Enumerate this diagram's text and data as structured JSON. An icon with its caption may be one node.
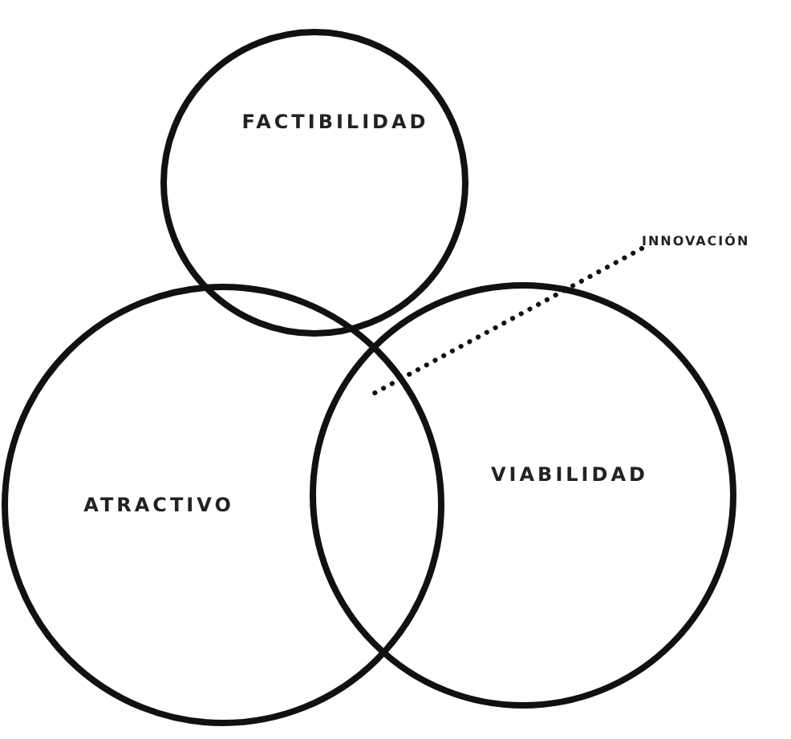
{
  "diagram": {
    "nodes": [
      {
        "text": [
          "FACTIBILIDAD"
        ]
      },
      {
        "text": [
          "ATRACTIVO"
        ]
      },
      {
        "text": [
          "VIABILIDAD"
        ]
      },
      {
        "text": [
          "INNOVACIÓN"
        ]
      }
    ],
    "edges": [
      {
        "from": 3,
        "to": 2,
        "arrow": "none",
        "style": "dashed"
      }
    ]
  }
}
